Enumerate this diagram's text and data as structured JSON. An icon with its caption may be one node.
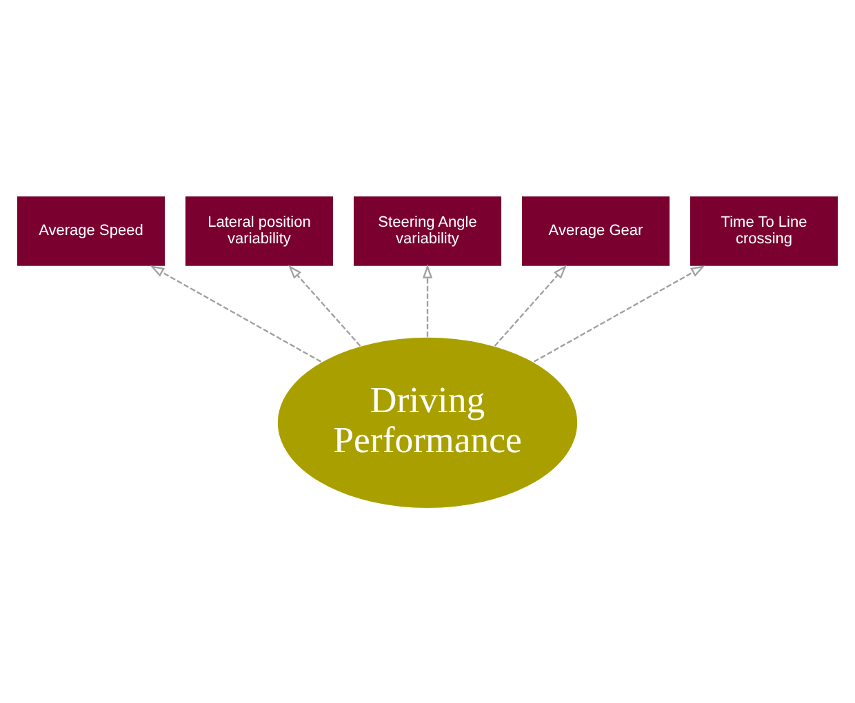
{
  "diagram": {
    "nodes": [
      {
        "text": [
          "Driving Performance"
        ]
      },
      {
        "text": [
          "Average Speed"
        ]
      },
      {
        "text": [
          "Lateral position variability"
        ]
      },
      {
        "text": [
          "Steering Angle variability"
        ]
      },
      {
        "text": [
          "Average Gear"
        ]
      },
      {
        "text": [
          "Time To Line crossing"
        ]
      }
    ],
    "edges": [
      {
        "from": 0,
        "to": 1,
        "arrow": "to",
        "style": "dashed"
      },
      {
        "from": 0,
        "to": 2,
        "arrow": "to",
        "style": "dashed"
      },
      {
        "from": 0,
        "to": 3,
        "arrow": "to",
        "style": "dashed"
      },
      {
        "from": 0,
        "to": 4,
        "arrow": "to",
        "style": "dashed"
      },
      {
        "from": 0,
        "to": 5,
        "arrow": "to",
        "style": "dashed"
      }
    ]
  }
}
